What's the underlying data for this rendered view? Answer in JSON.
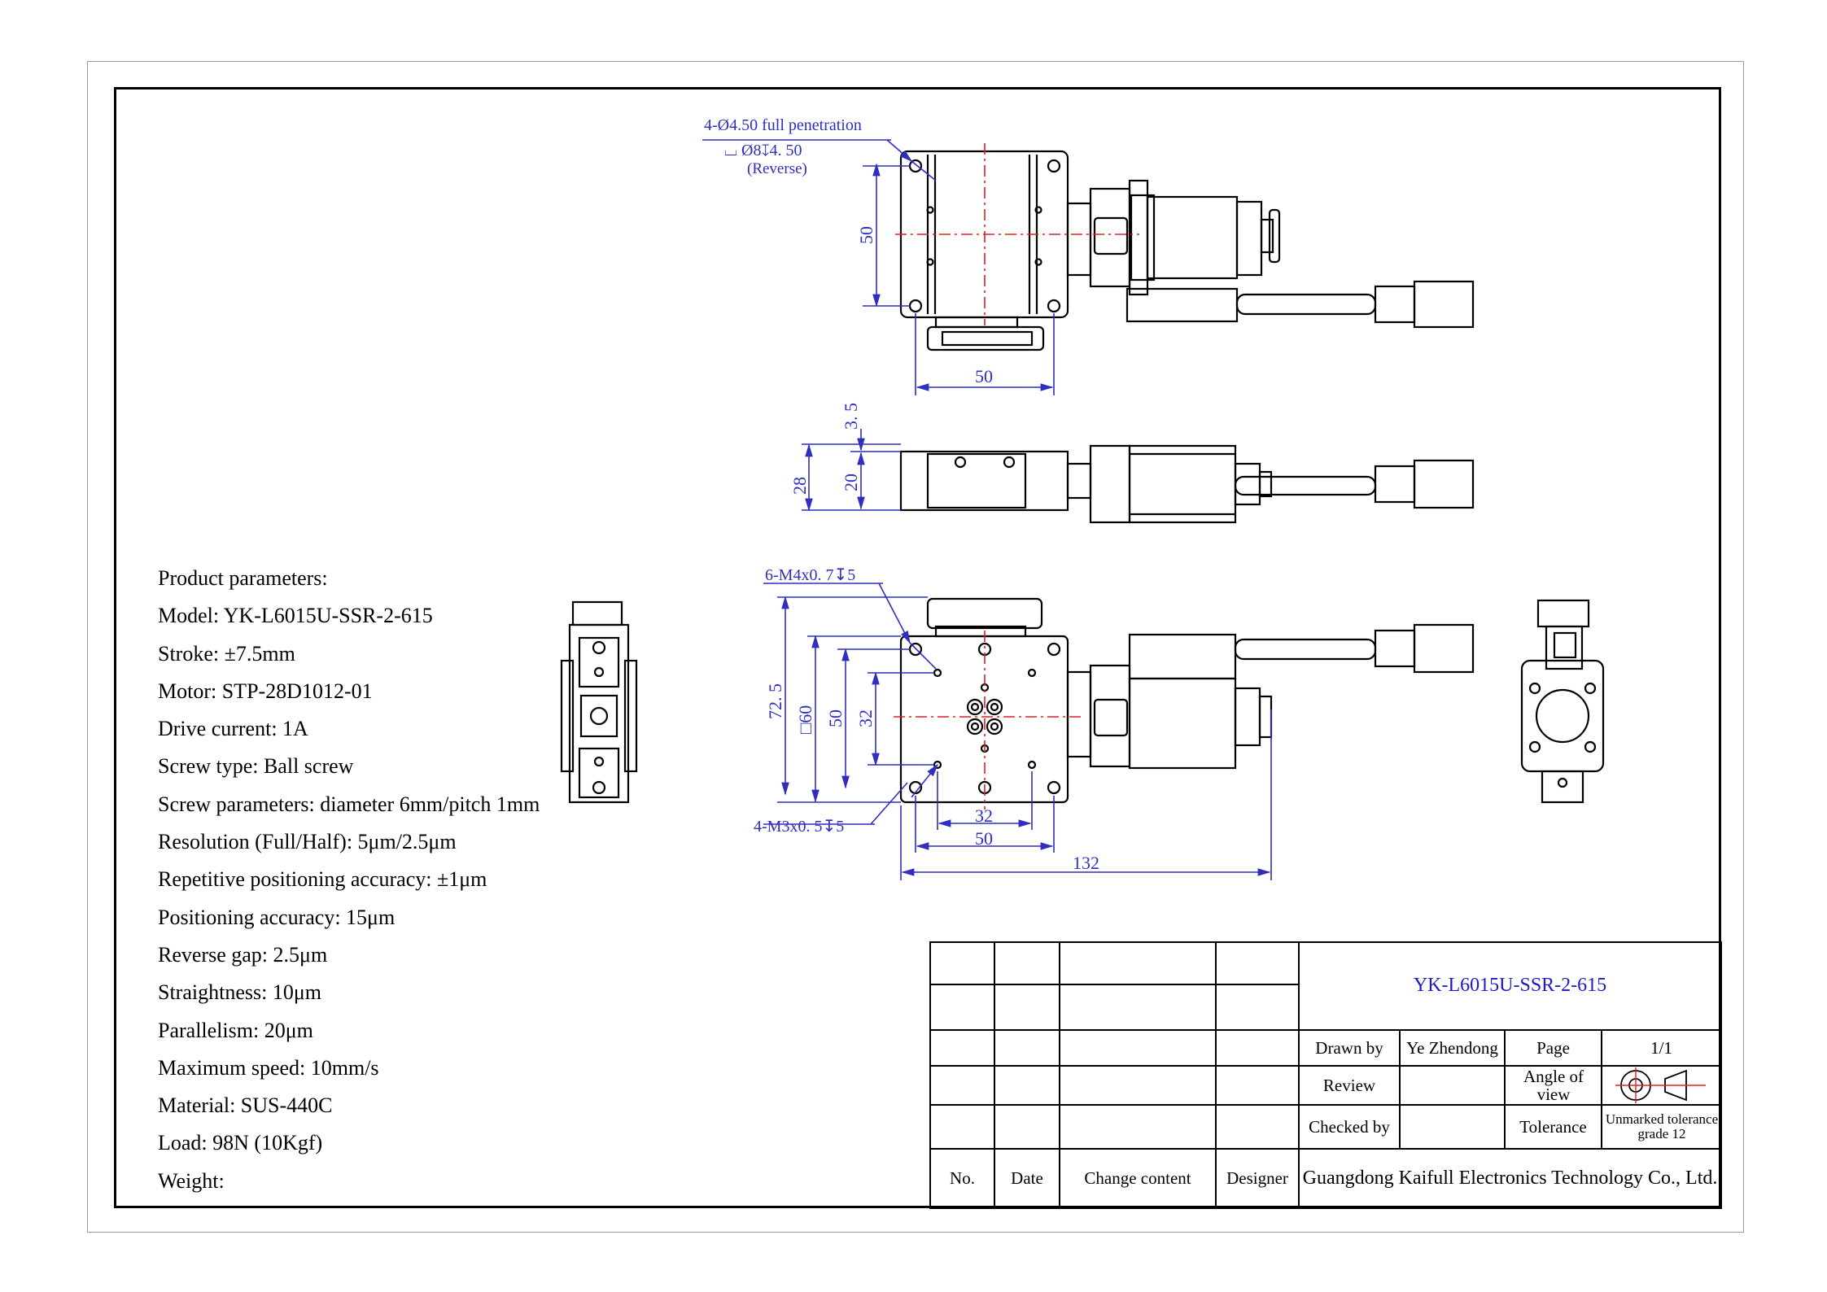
{
  "params": {
    "heading": "Product parameters:",
    "model": "Model: YK-L6015U-SSR-2-615",
    "stroke": "Stroke: ±7.5mm",
    "motor": "Motor: STP-28D1012-01",
    "drive_current": "Drive current: 1A",
    "screw_type": "Screw type: Ball screw",
    "screw_params": "Screw parameters: diameter 6mm/pitch 1mm",
    "resolution": "Resolution (Full/Half): 5μm/2.5μm",
    "repeatability": "Repetitive positioning accuracy: ±1μm",
    "positioning_accuracy": "Positioning accuracy: 15μm",
    "reverse_gap": "Reverse gap: 2.5μm",
    "straightness": "Straightness: 10μm",
    "parallelism": "Parallelism: 20μm",
    "max_speed": "Maximum speed: 10mm/s",
    "material": "Material: SUS-440C",
    "load": "Load: 98N (10Kgf)",
    "weight": "Weight:"
  },
  "dims": {
    "hole_note_1": "4-Ø4.50 full penetration",
    "hole_note_2": "⌴ Ø8↧4. 50",
    "hole_note_3": "(Reverse)",
    "top_v50": "50",
    "top_h50": "50",
    "side_35": "3. 5",
    "side_28": "28",
    "side_20": "20",
    "m4_note": "6-M4x0. 7↧5",
    "m3_note": "4-M3x0. 5↧5",
    "v725": "72. 5",
    "v60": "□60",
    "v50": "50",
    "v32": "32",
    "h32": "32",
    "h50": "50",
    "h132": "132"
  },
  "titleblock": {
    "model": "YK-L6015U-SSR-2-615",
    "drawn_by_label": "Drawn by",
    "drawn_by": "Ye Zhendong",
    "page_label": "Page",
    "page": "1/1",
    "review_label": "Review",
    "angle_label": "Angle of view",
    "checked_by_label": "Checked by",
    "tolerance_label": "Tolerance",
    "tolerance": "Unmarked tolerance grade 12",
    "no_label": "No.",
    "date_label": "Date",
    "change_label": "Change content",
    "designer_label": "Designer",
    "company": "Guangdong Kaifull Electronics Technology Co., Ltd."
  },
  "colors": {
    "dimension": "#2f2fbf",
    "centerline": "#e02020",
    "title": "#1a1acc"
  }
}
